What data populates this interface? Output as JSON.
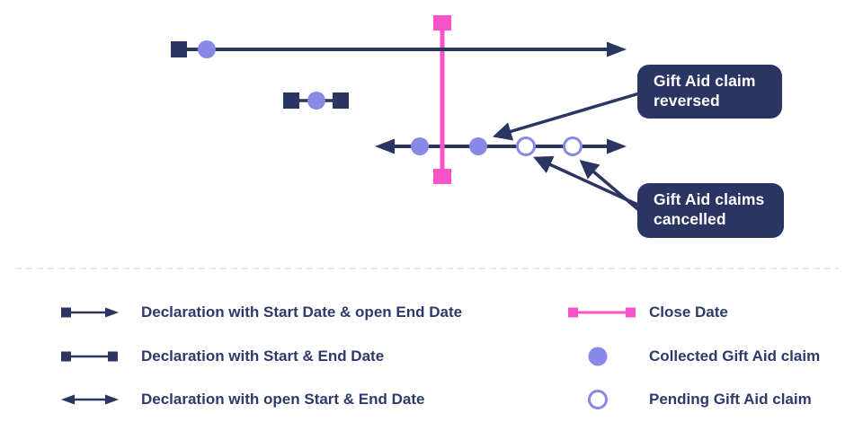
{
  "colors": {
    "bg": "#ffffff",
    "navy": "#2b3561",
    "periwinkle": "#8689e6",
    "pink": "#fa53c9",
    "text": "#2e3a6c",
    "callout-bg": "#2b3563",
    "callout-text": "#ffffff",
    "divider": "#e9e6de"
  },
  "callouts": {
    "reversed": "Gift Aid claim reversed",
    "cancelled": "Gift Aid claims cancelled"
  },
  "diagram": {
    "rows": [
      {
        "type": "declaration-start-open-end",
        "claims": [
          "collected"
        ]
      },
      {
        "type": "declaration-start-end",
        "claims": [
          "collected"
        ]
      },
      {
        "type": "declaration-open-start-end",
        "claims": [
          "collected",
          "collected",
          "pending",
          "pending"
        ]
      }
    ],
    "close_date_marker": "Close Date"
  },
  "legend": {
    "left": [
      {
        "icon": "declaration-start-open-end-icon",
        "label": "Declaration with Start Date & open End Date"
      },
      {
        "icon": "declaration-start-end-icon",
        "label": "Declaration with Start & End Date"
      },
      {
        "icon": "declaration-open-start-end-icon",
        "label": "Declaration with open Start & End Date"
      }
    ],
    "right": [
      {
        "icon": "close-date-icon",
        "label": "Close Date"
      },
      {
        "icon": "collected-claim-icon",
        "label": "Collected Gift Aid claim"
      },
      {
        "icon": "pending-claim-icon",
        "label": "Pending Gift Aid claim"
      }
    ]
  }
}
